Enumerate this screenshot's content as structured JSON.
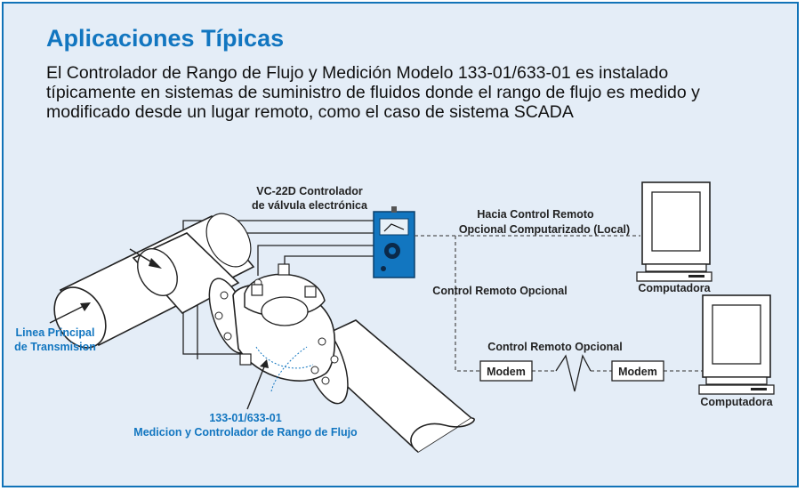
{
  "title": "Aplicaciones Típicas",
  "description": "El Controlador de Rango de Flujo y Medición Modelo 133-01/633-01 es instalado típicamente en sistemas de suministro de fluidos donde el rango de flujo es medido y modificado desde un lugar remoto, como el caso de sistema SCADA",
  "labels": {
    "controller_line1": "VC-22D Controlador",
    "controller_line2": "de válvula electrónica",
    "remote_line1": "Hacia Control Remoto",
    "remote_line2": "Opcional Computarizado (Local)",
    "computer_1": "Computadora",
    "computer_2": "Computadora",
    "optional_remote_1": "Control Remoto Opcional",
    "optional_remote_2": "Control Remoto Opcional",
    "modem_left": "Modem",
    "modem_right": "Modem",
    "main_line_1": "Linea Principal",
    "main_line_2": "de Transmision",
    "valve_line1": "133-01/633-01",
    "valve_line2": "Medicion y Controlador de Rango de Flujo"
  },
  "colors": {
    "accent": "#1276c0",
    "background": "#e4edf7",
    "border": "#1173b8"
  },
  "icons": [
    "computer-icon",
    "modem-icon",
    "controller-icon",
    "valve-icon",
    "pipe-icon"
  ]
}
